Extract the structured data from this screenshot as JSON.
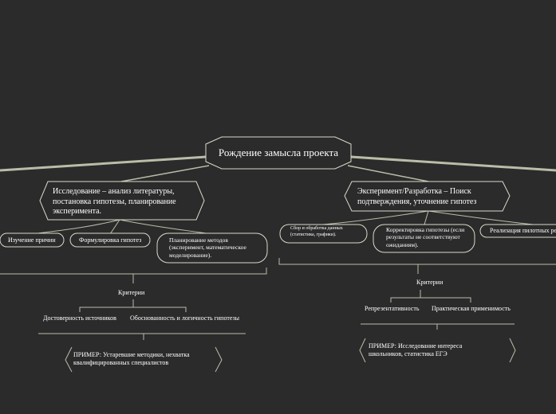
{
  "root": {
    "title": "Рождение замысла проекта"
  },
  "left": {
    "title": "Исследование – анализ литературы, постановка гипотезы, планирование эксперимента.",
    "children": [
      "Изучение причин",
      "Формулировка гипотез",
      "Планирование методов (эксперимент, математическое моделирование)."
    ],
    "criteria_label": "Критерии",
    "criteria": [
      "Достоверность источников",
      "Обоснованность и логичность гипотезы"
    ],
    "example": "ПРИМЕР: Устаревшие методики, нехватка квалифицированных специалистов"
  },
  "right": {
    "title": "Эксперимент/Разработка – Поиск подтверждения, уточнение гипотез",
    "children": [
      "Сбор и обработка данных (статистика, графики).",
      "Корректировка гипотезы (если результаты не соответствуют ожиданиям).",
      "Реализация пилотных решений"
    ],
    "criteria_label": "Критерии",
    "criteria": [
      "Репрезентативность",
      "Практическая применимость"
    ],
    "example": "ПРИМЕР: Исследование интереса школьников, статистика ЕГЭ"
  },
  "colors": {
    "background": "#2b2b2b",
    "stroke": "#d6dbc8",
    "connector": "#b8bea8",
    "text": "#ffffff"
  }
}
